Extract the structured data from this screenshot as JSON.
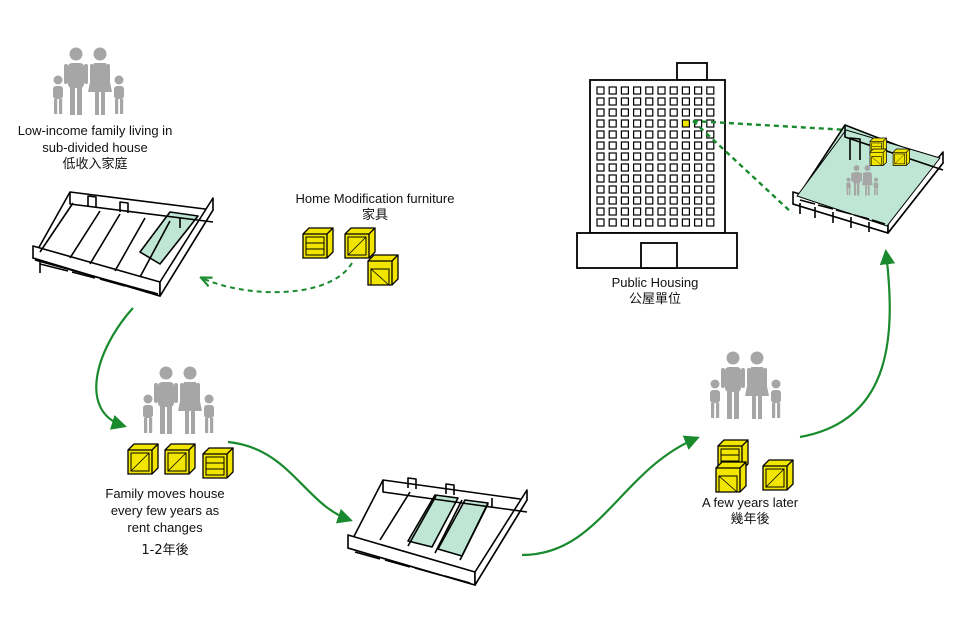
{
  "labels": {
    "low_income": {
      "line1": "Low-income family living in",
      "line2": "sub-divided house",
      "line3": "低收入家庭"
    },
    "furniture": {
      "line1": "Home Modification furniture",
      "line2": "家具"
    },
    "moves": {
      "line1": "Family moves house",
      "line2": "every few years as",
      "line3": "rent changes",
      "line4": "1-2年後"
    },
    "public_housing": {
      "line1": "Public Housing",
      "line2": "公屋單位"
    },
    "later": {
      "line1": "A few years later",
      "line2": "幾年後"
    }
  },
  "colors": {
    "arrow": "#1a8a2e",
    "furniture": "#f2e600",
    "room_fill": "#bfe6d4",
    "people": "#a6a6a6",
    "outline": "#000000"
  }
}
